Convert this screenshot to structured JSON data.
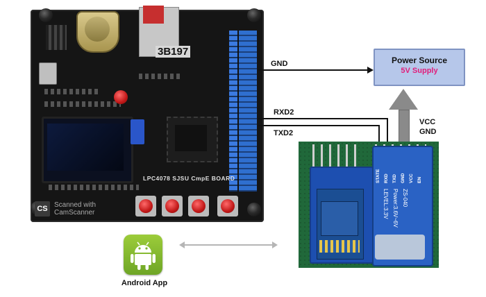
{
  "board": {
    "silkscreen": "LPC4078 SJSU CmpE BOARD",
    "chip_marking": "3B197",
    "watermark_logo": "CS",
    "watermark_text": "Scanned with CamScanner"
  },
  "wires": {
    "gnd_label": "GND",
    "rxd_label": "RXD2",
    "txd_label": "TXD2",
    "vcc_label": "VCC",
    "gnd2_label": "GND"
  },
  "power": {
    "title": "Power Source",
    "subtitle": "5V Supply",
    "subtitle_color": "#e11d7a"
  },
  "bluetooth": {
    "pin_labels": [
      "STATE",
      "RXD",
      "TXD",
      "GND",
      "VCC",
      "EN"
    ],
    "side_text_1": "LEVEL:3.3V",
    "side_text_2": "Power:3.6V~6V",
    "side_text_3": "ZS-040"
  },
  "android": {
    "label": "Android App",
    "icon": "android-robot-icon"
  }
}
